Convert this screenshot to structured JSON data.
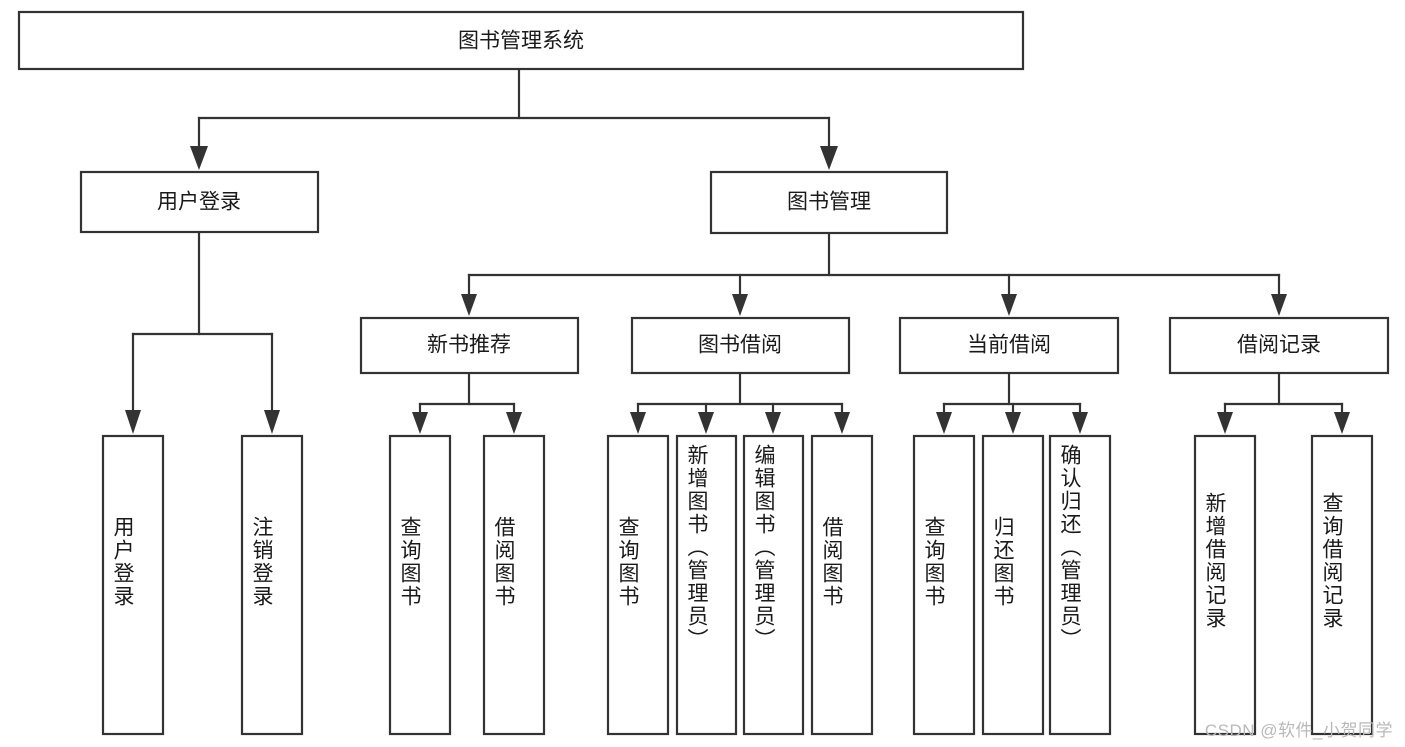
{
  "diagram": {
    "type": "tree",
    "title": "图书管理系统",
    "watermark": "CSDN @软件_小贺同学",
    "colors": {
      "box_stroke": "#333333",
      "box_fill": "#ffffff",
      "text": "#1a1a1a",
      "watermark": "#b9b9b9",
      "background": "#ffffff"
    },
    "nodes": {
      "root": {
        "label": "图书管理系统",
        "orientation": "horizontal",
        "level": 0
      },
      "user_login": {
        "label": "用户登录",
        "orientation": "horizontal",
        "level": 1
      },
      "book_manage": {
        "label": "图书管理",
        "orientation": "horizontal",
        "level": 1
      },
      "new_book_rec": {
        "label": "新书推荐",
        "orientation": "horizontal",
        "level": 2
      },
      "book_borrow": {
        "label": "图书借阅",
        "orientation": "horizontal",
        "level": 2
      },
      "current_borrow": {
        "label": "当前借阅",
        "orientation": "horizontal",
        "level": 2
      },
      "borrow_record": {
        "label": "借阅记录",
        "orientation": "horizontal",
        "level": 2
      },
      "leaf_user_login": {
        "label": "用户登录",
        "orientation": "vertical",
        "level": 2
      },
      "leaf_logout": {
        "label": "注销登录",
        "orientation": "vertical",
        "level": 2
      },
      "leaf_query_book_a": {
        "label": "查询图书",
        "orientation": "vertical",
        "level": 3
      },
      "leaf_borrow_book_a": {
        "label": "借阅图书",
        "orientation": "vertical",
        "level": 3
      },
      "leaf_query_book_b": {
        "label": "查询图书",
        "orientation": "vertical",
        "level": 3
      },
      "leaf_add_book": {
        "label": "新增图书（管理员）",
        "orientation": "vertical",
        "level": 3
      },
      "leaf_edit_book": {
        "label": "编辑图书（管理员）",
        "orientation": "vertical",
        "level": 3
      },
      "leaf_borrow_book_b": {
        "label": "借阅图书",
        "orientation": "vertical",
        "level": 3
      },
      "leaf_query_book_c": {
        "label": "查询图书",
        "orientation": "vertical",
        "level": 3
      },
      "leaf_return_book": {
        "label": "归还图书",
        "orientation": "vertical",
        "level": 3
      },
      "leaf_confirm_return": {
        "label": "确认归还（管理员）",
        "orientation": "vertical",
        "level": 3
      },
      "leaf_add_record": {
        "label": "新增借阅记录",
        "orientation": "vertical",
        "level": 3
      },
      "leaf_query_record": {
        "label": "查询借阅记录",
        "orientation": "vertical",
        "level": 3
      }
    },
    "edges": [
      {
        "from": "root",
        "to": "user_login"
      },
      {
        "from": "root",
        "to": "book_manage"
      },
      {
        "from": "user_login",
        "to": "leaf_user_login"
      },
      {
        "from": "user_login",
        "to": "leaf_logout"
      },
      {
        "from": "book_manage",
        "to": "new_book_rec"
      },
      {
        "from": "book_manage",
        "to": "book_borrow"
      },
      {
        "from": "book_manage",
        "to": "current_borrow"
      },
      {
        "from": "book_manage",
        "to": "borrow_record"
      },
      {
        "from": "new_book_rec",
        "to": "leaf_query_book_a"
      },
      {
        "from": "new_book_rec",
        "to": "leaf_borrow_book_a"
      },
      {
        "from": "book_borrow",
        "to": "leaf_query_book_b"
      },
      {
        "from": "book_borrow",
        "to": "leaf_add_book"
      },
      {
        "from": "book_borrow",
        "to": "leaf_edit_book"
      },
      {
        "from": "book_borrow",
        "to": "leaf_borrow_book_b"
      },
      {
        "from": "current_borrow",
        "to": "leaf_query_book_c"
      },
      {
        "from": "current_borrow",
        "to": "leaf_return_book"
      },
      {
        "from": "current_borrow",
        "to": "leaf_confirm_return"
      },
      {
        "from": "borrow_record",
        "to": "leaf_add_record"
      },
      {
        "from": "borrow_record",
        "to": "leaf_query_record"
      }
    ]
  }
}
